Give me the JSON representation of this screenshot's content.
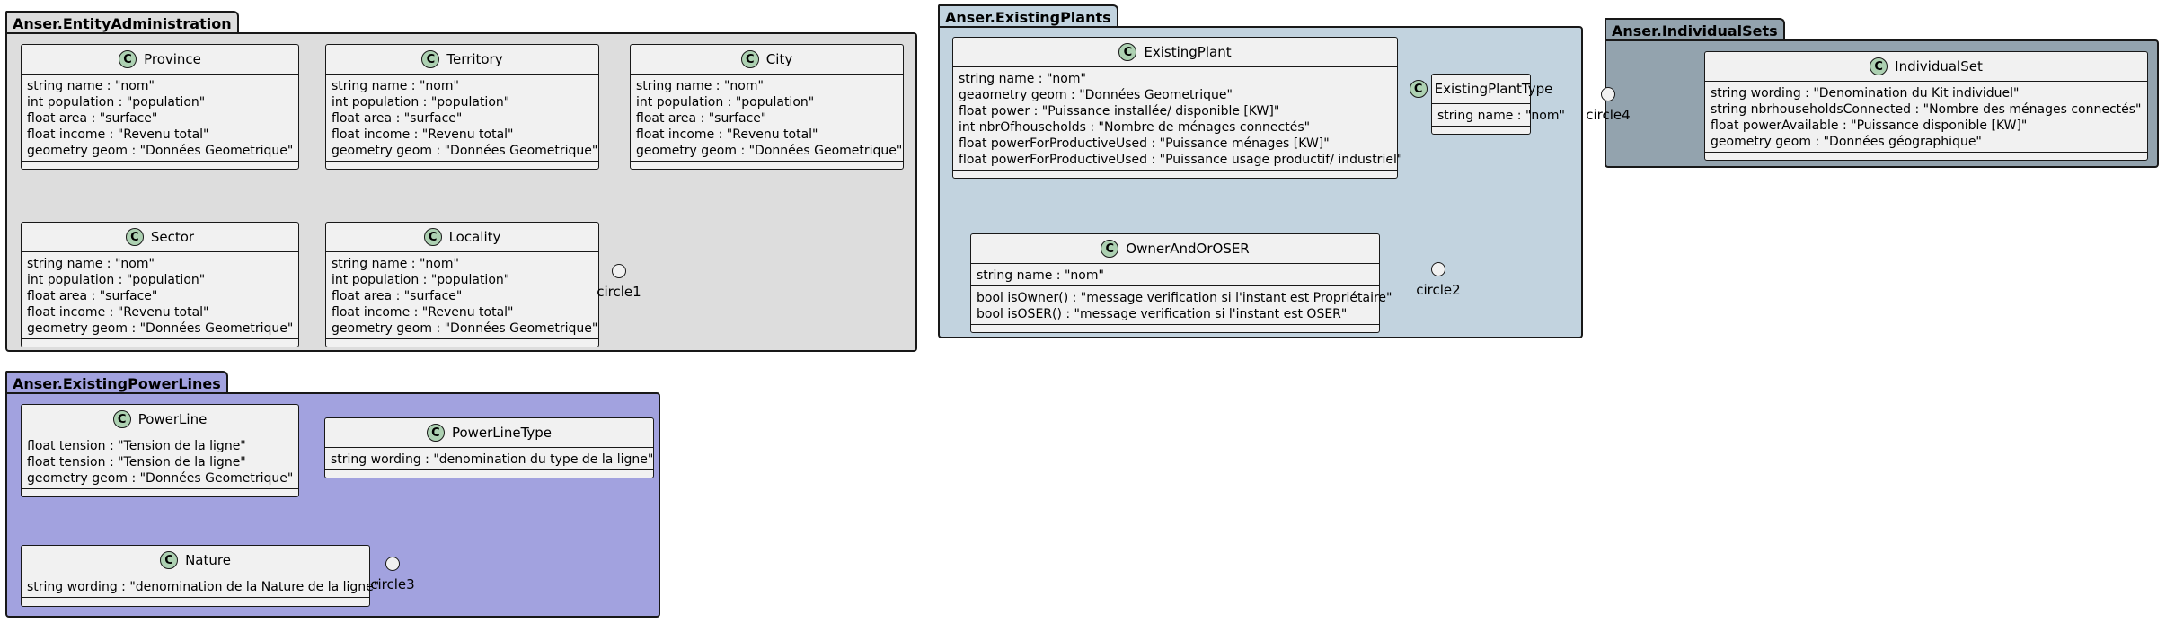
{
  "colors": {
    "class_fill": "#f1f1f1",
    "class_icon": "#add1b2",
    "border": "#181818"
  },
  "packages": [
    {
      "id": "entity-administration",
      "name": "Anser.EntityAdministration",
      "fill": "#dddddd",
      "classes": [
        {
          "id": "province",
          "name": "Province",
          "attributes": [
            "string name : \"nom\"",
            "int population : \"population\"",
            "float area : \"surface\"",
            "float income : \"Revenu total\"",
            "geometry geom : \"Données Geometrique\""
          ],
          "methods": []
        },
        {
          "id": "territory",
          "name": "Territory",
          "attributes": [
            "string name : \"nom\"",
            "int population : \"population\"",
            "float area : \"surface\"",
            "float income : \"Revenu total\"",
            "geometry geom : \"Données Geometrique\""
          ],
          "methods": []
        },
        {
          "id": "city",
          "name": "City",
          "attributes": [
            "string name : \"nom\"",
            "int population : \"population\"",
            "float area : \"surface\"",
            "float income : \"Revenu total\"",
            "geometry geom : \"Données Geometrique\""
          ],
          "methods": []
        },
        {
          "id": "sector",
          "name": "Sector",
          "attributes": [
            "string name : \"nom\"",
            "int population : \"population\"",
            "float area : \"surface\"",
            "float income : \"Revenu total\"",
            "geometry geom : \"Données Geometrique\""
          ],
          "methods": []
        },
        {
          "id": "locality",
          "name": "Locality",
          "attributes": [
            "string name : \"nom\"",
            "int population : \"population\"",
            "float area : \"surface\"",
            "float income : \"Revenu total\"",
            "geometry geom : \"Données Geometrique\""
          ],
          "methods": []
        }
      ],
      "circles": [
        {
          "id": "circle1",
          "name": "circle1"
        }
      ]
    },
    {
      "id": "existing-plants",
      "name": "Anser.ExistingPlants",
      "fill": "#c2d3df",
      "classes": [
        {
          "id": "existing-plant",
          "name": "ExistingPlant",
          "attributes": [
            "string name : \"nom\"",
            "geaometry geom : \"Données Geometrique\"",
            "float power : \"Puissance installée/ disponible [KW]\"",
            "int nbrOfhouseholds : \"Nombre de ménages connectés\"",
            "float powerForProductiveUsed : \"Puissance ménages [KW]\"",
            "float powerForProductiveUsed : \"Puissance usage productif/ industriel\""
          ],
          "methods": []
        },
        {
          "id": "existing-plant-type",
          "name": "ExistingPlantType",
          "attributes": [
            "string name : \"nom\""
          ],
          "methods": []
        },
        {
          "id": "owner-and-or-oser",
          "name": "OwnerAndOrOSER",
          "attributes": [
            "string name : \"nom\""
          ],
          "methods": [
            "bool isOwner() : \"message verification si l'instant est Propriétaire\"",
            "bool isOSER() : \"message verification si l'instant est OSER\""
          ]
        }
      ],
      "circles": [
        {
          "id": "circle2",
          "name": "circle2"
        }
      ]
    },
    {
      "id": "individual-sets",
      "name": "Anser.IndividualSets",
      "fill": "#93a3ae",
      "classes": [
        {
          "id": "individual-set",
          "name": "IndividualSet",
          "attributes": [
            "string wording : \"Denomination du Kit individuel\"",
            "string nbrhouseholdsConnected : \"Nombre des ménages connectés\"",
            "float powerAvailable : \"Puissance disponible [KW]\"",
            "geometry geom : \"Données géographique\""
          ],
          "methods": []
        }
      ],
      "circles": [
        {
          "id": "circle4",
          "name": "circle4"
        }
      ]
    },
    {
      "id": "existing-power-lines",
      "name": "Anser.ExistingPowerLines",
      "fill": "#a2a2df",
      "classes": [
        {
          "id": "power-line",
          "name": "PowerLine",
          "attributes": [
            "float tension : \"Tension de la ligne\"",
            "float tension : \"Tension de la ligne\"",
            "geometry geom : \"Données Geometrique\""
          ],
          "methods": []
        },
        {
          "id": "power-line-type",
          "name": "PowerLineType",
          "attributes": [
            "string wording : \"denomination du type de la ligne\""
          ],
          "methods": []
        },
        {
          "id": "nature",
          "name": "Nature",
          "attributes": [
            "string wording : \"denomination de la Nature de la ligne\""
          ],
          "methods": []
        }
      ],
      "circles": [
        {
          "id": "circle3",
          "name": "circle3"
        }
      ]
    }
  ]
}
